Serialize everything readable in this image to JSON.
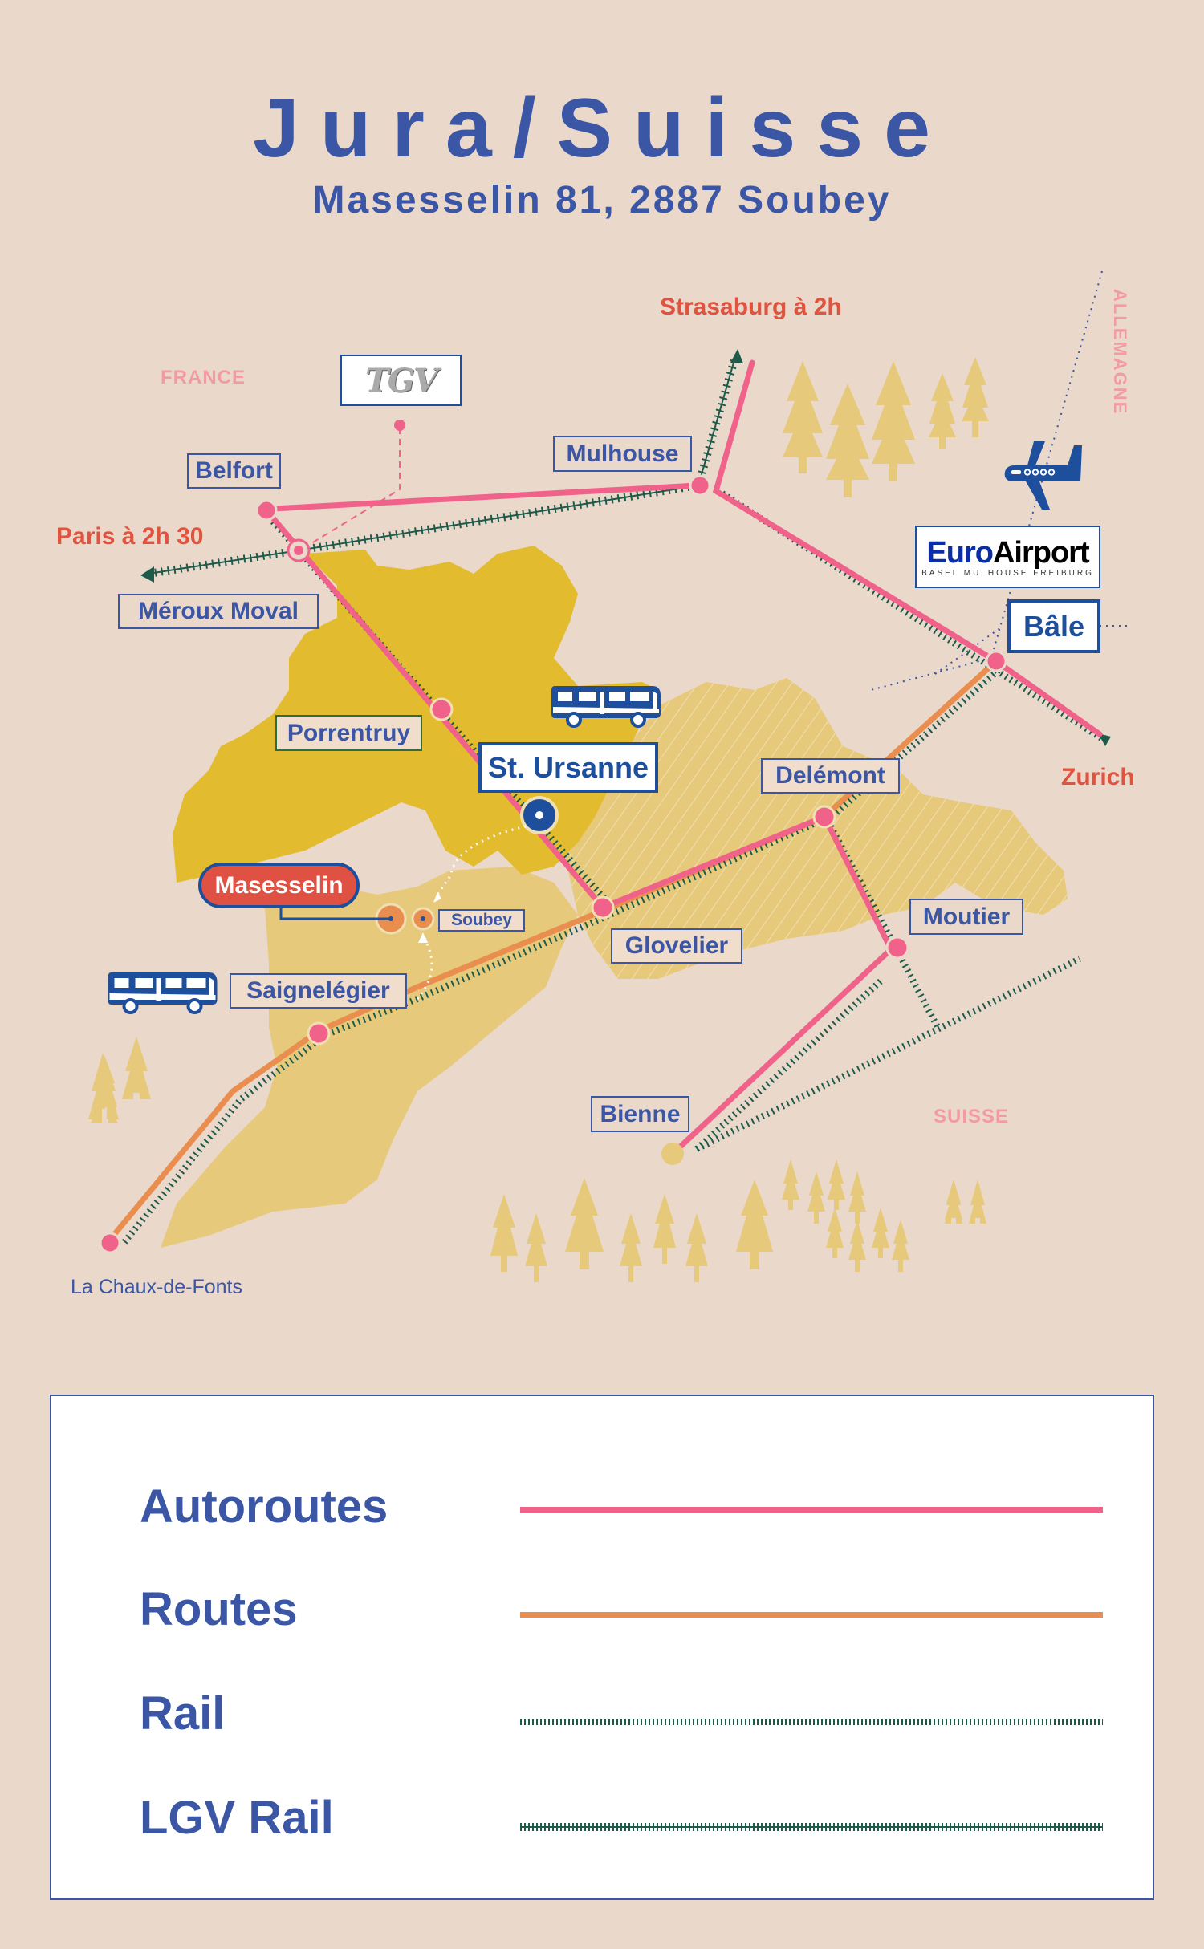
{
  "header": {
    "title": "Jura/Suisse",
    "subtitle": "Masesselin 81, 2887 Soubey"
  },
  "countries": {
    "france": "FRANCE",
    "allemagne": "ALLEMAGNE",
    "suisse": "SUISSE"
  },
  "destinations": {
    "paris": "Paris à 2h 30",
    "strasburg": "Strasaburg à 2h",
    "zurich": "Zurich"
  },
  "logos": {
    "tgv": "TGV",
    "euroairport_euro": "Euro",
    "euroairport_airport": "Airport",
    "euroairport_sub": "BASEL  MULHOUSE  FREIBURG"
  },
  "places": {
    "belfort": "Belfort",
    "meroux": "Méroux Moval",
    "mulhouse": "Mulhouse",
    "bale": "Bâle",
    "porrentruy": "Porrentruy",
    "st_ursanne": "St. Ursanne",
    "delemont": "Delémont",
    "glovelier": "Glovelier",
    "moutier": "Moutier",
    "masesselin": "Masesselin",
    "soubey": "Soubey",
    "saignelegier": "Saignelégier",
    "bienne": "Bienne",
    "la_chaux": "La Chaux-de-Fonts"
  },
  "icons": {
    "bus": "bus-icon",
    "plane": "plane-icon"
  },
  "colors": {
    "background": "#ead8cb",
    "title": "#3a56a5",
    "autoroutes": "#f0628a",
    "routes": "#e98e4f",
    "rail": "#1d5a4a",
    "jura_fill": "#e2bc2e",
    "region_fill": "#e6c97a",
    "destination": "#e0533f",
    "country": "#f29aa6",
    "pin": "#df5143"
  },
  "legend": {
    "items": [
      {
        "label": "Autoroutes",
        "style": "solid",
        "color": "#f0628a"
      },
      {
        "label": "Routes",
        "style": "solid",
        "color": "#e98e4f"
      },
      {
        "label": "Rail",
        "style": "ticks",
        "color": "#1d5a4a"
      },
      {
        "label": "LGV Rail",
        "style": "cross-ticks",
        "color": "#1d5a4a"
      }
    ]
  }
}
